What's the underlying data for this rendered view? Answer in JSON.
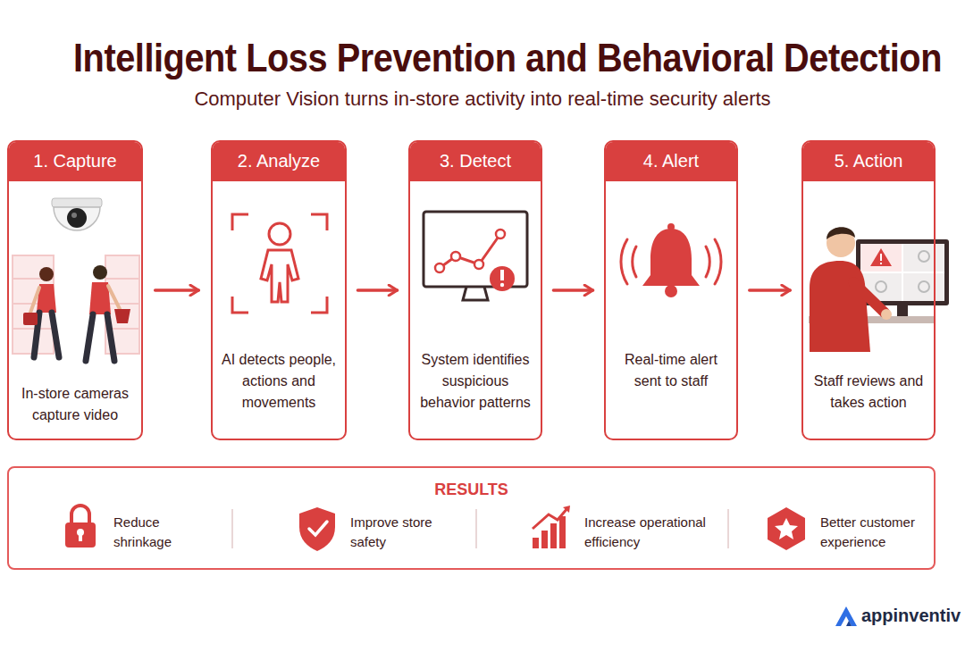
{
  "diagram": {
    "title": "Intelligent Loss Prevention and Behavioral Detection",
    "nodes": [
      {
        "text": [
          "1. Capture",
          "In-store cameras capture video"
        ]
      },
      {
        "text": [
          "2. Analyze",
          "AI detects people, actions and movements"
        ]
      },
      {
        "text": [
          "3. Detect",
          "System identifies suspicious behavior patterns"
        ]
      },
      {
        "text": [
          "4. Alert",
          "Real-time alert sent to staff"
        ]
      },
      {
        "text": [
          "5. Action",
          "Staff reviews and takes action"
        ]
      },
      {
        "text": [
          "RESULTS"
        ]
      },
      {
        "text": [
          "Reduce shrinkage"
        ],
        "in": 5
      },
      {
        "text": [
          "Improve store safety"
        ],
        "in": 5
      },
      {
        "text": [
          "Increase operational efficiency"
        ],
        "in": 5
      },
      {
        "text": [
          "Better customer experience"
        ],
        "in": 5
      }
    ],
    "edges": [
      {
        "from": 0,
        "to": 1,
        "arrow": "to"
      },
      {
        "from": 1,
        "to": 2,
        "arrow": "to"
      },
      {
        "from": 2,
        "to": 3,
        "arrow": "to"
      },
      {
        "from": 3,
        "to": 4,
        "arrow": "to"
      }
    ],
    "labels": [
      "Computer Vision turns in-store activity into real-time security alerts",
      "appinventiv"
    ]
  }
}
